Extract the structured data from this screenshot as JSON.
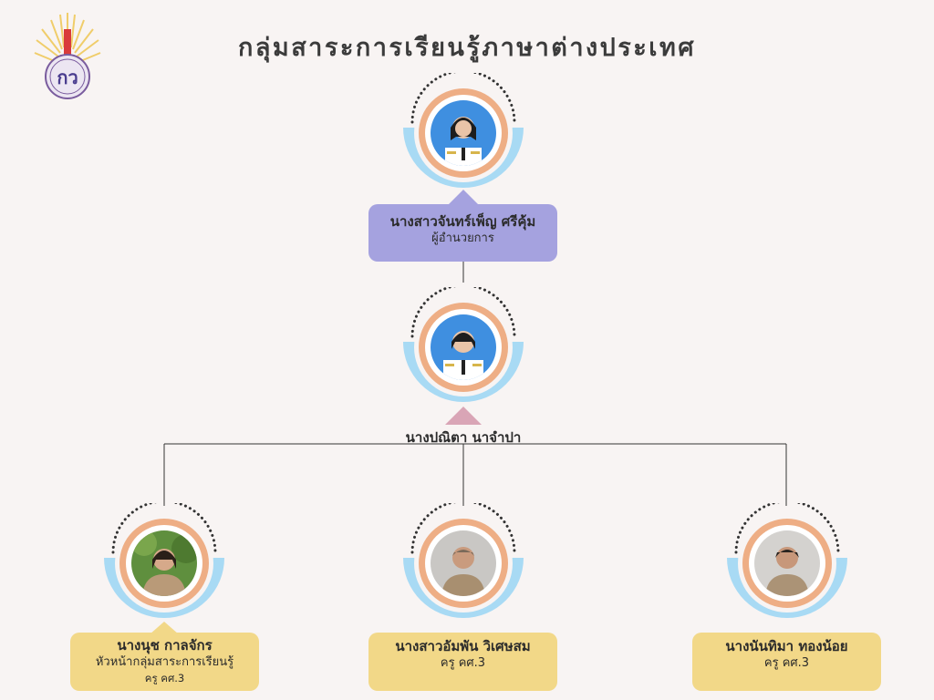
{
  "page_title": "กลุ่มสาระการเรียนรู้ภาษาต่างประเทศ",
  "logo": {
    "icon": "school-logo-icon",
    "text": "กว"
  },
  "director": {
    "name": "นางสาวจันทร์เพ็ญ ศรีคุ้ม",
    "role": "ผู้อำนวยการ",
    "avatar_icon": "person-photo-icon"
  },
  "head": {
    "name": "นางปณิตา นาจำปา",
    "avatar_icon": "person-photo-icon"
  },
  "teachers": [
    {
      "name": "นางนุช กาลจักร",
      "role": "หัวหน้ากลุ่มสาระการเรียนรู้",
      "role2": "ครู คศ.3",
      "avatar_icon": "person-photo-icon"
    },
    {
      "name": "นางสาวอัมพัน วิเศษสม",
      "role": "ครู คศ.3",
      "avatar_icon": "person-photo-icon"
    },
    {
      "name": "นางนันทิมา ทองน้อย",
      "role": "ครู คศ.3",
      "avatar_icon": "person-photo-icon"
    }
  ],
  "colors": {
    "background": "#f8f4f3",
    "ring_outer": "#a8daf4",
    "ring_inner": "#eeae85",
    "director_box": "#a5a2df",
    "teacher_box": "#f2d888",
    "head_pointer": "#d9a5b6",
    "connector": "#333333"
  }
}
